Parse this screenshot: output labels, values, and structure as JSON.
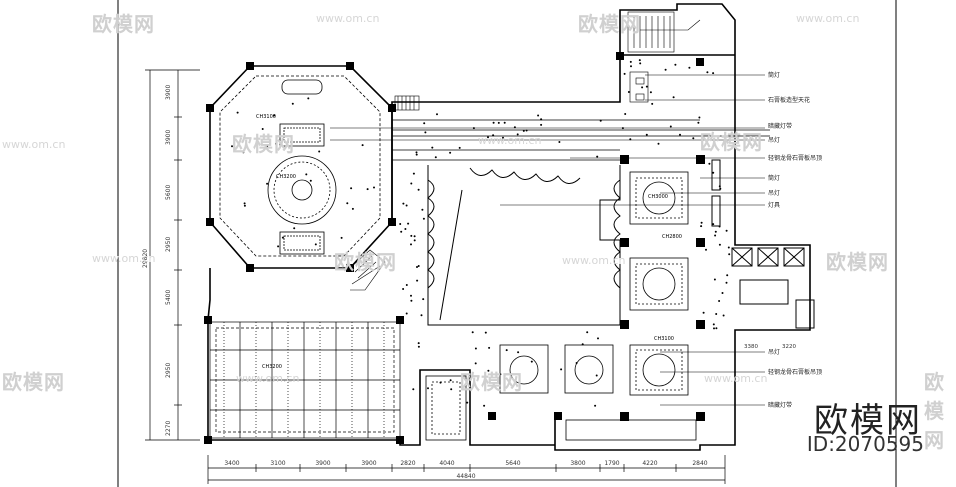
{
  "watermark": {
    "brand": "欧模网",
    "url": "www.om.cn",
    "id_text": "ID:2070595"
  },
  "plan": {
    "ceiling_heights": {
      "ch3100": "CH3100",
      "ch3200": "CH3200",
      "ch3000": "CH3000",
      "ch2800": "CH2800",
      "ch3100_b": "CH3100",
      "ch3200_b": "CH3200"
    },
    "annotations_right": [
      "筒灯",
      "石膏板造型天花",
      "暗藏灯带",
      "吊灯",
      "轻钢龙骨石膏板吊顶",
      "筒灯",
      "吊灯",
      "灯具",
      "吊灯",
      "轻钢龙骨石膏板吊顶",
      "暗藏灯带"
    ],
    "dims_bottom": [
      "3400",
      "3100",
      "3900",
      "3900",
      "2820",
      "4040",
      "5640",
      "3800",
      "1790",
      "4220",
      "2840"
    ],
    "dims_bottom_total": "44840",
    "dims_left": [
      "3900",
      "3900",
      "5600",
      "2950",
      "5400",
      "2950",
      "2270"
    ],
    "dims_left_total": "29820",
    "dims_right": [
      "3380",
      "3220"
    ]
  }
}
